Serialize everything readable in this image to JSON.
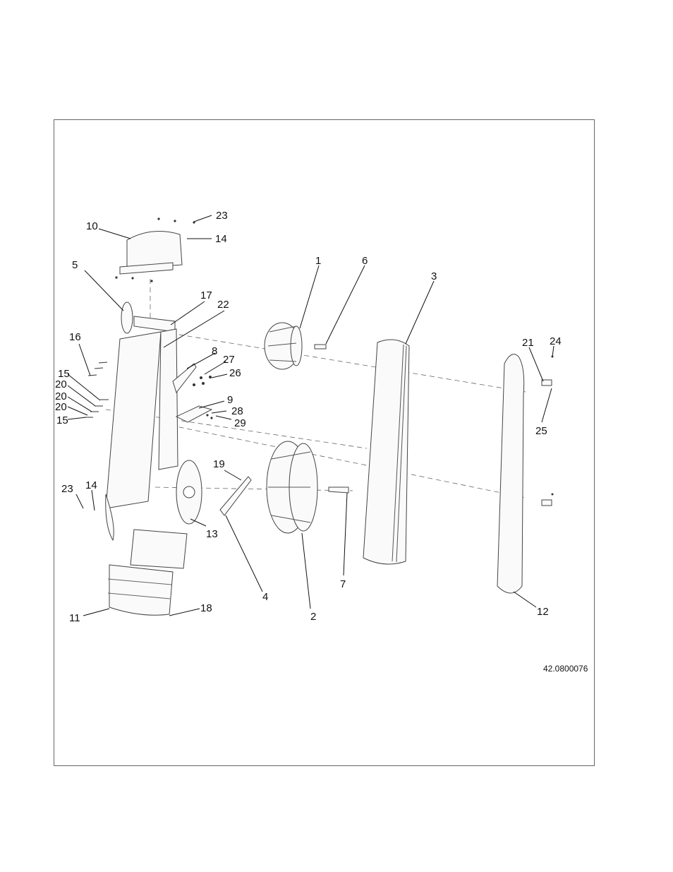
{
  "document_number": "42.0800076",
  "callouts": {
    "c1": "1",
    "c2": "2",
    "c3": "3",
    "c4": "4",
    "c5": "5",
    "c6": "6",
    "c7": "7",
    "c8": "8",
    "c9": "9",
    "c10": "10",
    "c11": "11",
    "c12": "12",
    "c13": "13",
    "c14a": "14",
    "c14b": "14",
    "c15a": "15",
    "c15b": "15",
    "c16": "16",
    "c17": "17",
    "c18": "18",
    "c19": "19",
    "c20a": "20",
    "c20b": "20",
    "c20c": "20",
    "c21": "21",
    "c22": "22",
    "c23a": "23",
    "c23b": "23",
    "c24": "24",
    "c25": "25",
    "c26": "26",
    "c27": "27",
    "c28": "28",
    "c29": "29"
  }
}
